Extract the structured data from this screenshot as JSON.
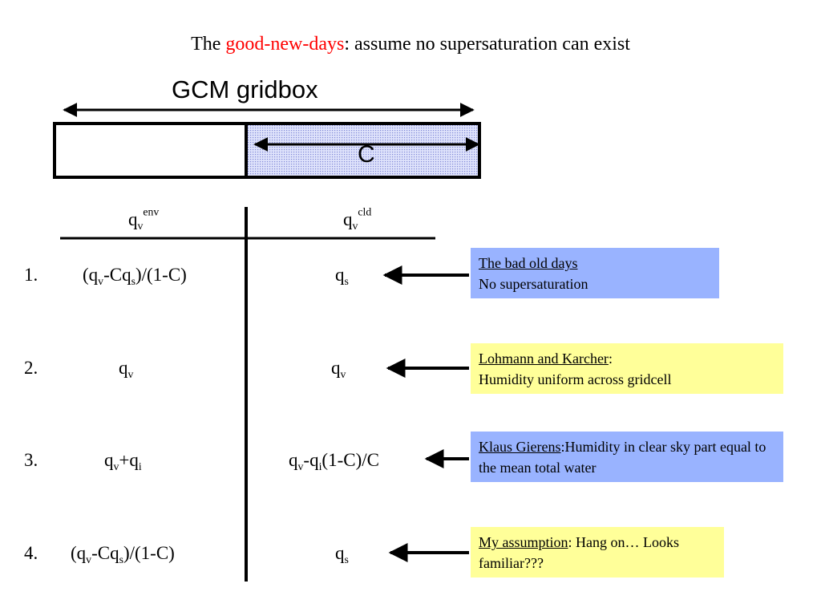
{
  "title": {
    "prefix": "The ",
    "highlight": "good-new-days",
    "suffix": ": assume no supersaturation can exist"
  },
  "diagram": {
    "gridbox_label": "GCM gridbox",
    "cloud_label": "C"
  },
  "colors": {
    "highlight_red": "#ff0000",
    "cloud_fill": "#c8cff5",
    "note_blue": "#99b3ff",
    "note_yellow": "#ffff99"
  },
  "table": {
    "headers": {
      "env_base": "q",
      "env_sub": "v",
      "env_sup": "env",
      "cld_base": "q",
      "cld_sub": "v",
      "cld_sup": "cld"
    },
    "rows": [
      {
        "number": "1."
      },
      {
        "number": "2."
      },
      {
        "number": "3."
      },
      {
        "number": "4."
      }
    ]
  },
  "notes": [
    {
      "title": "The bad old days",
      "sep": "",
      "text": "No supersaturation",
      "color": "blue"
    },
    {
      "title": "Lohmann and Karcher",
      "sep": ":",
      "text": "Humidity uniform across gridcell",
      "color": "yellow"
    },
    {
      "title": "Klaus Gierens",
      "sep": ":",
      "text": "Humidity in clear sky part equal to the mean total water",
      "color": "blue"
    },
    {
      "title": "My assumption",
      "sep": ":",
      "text": "Hang on… Looks familiar???",
      "color": "yellow"
    }
  ]
}
